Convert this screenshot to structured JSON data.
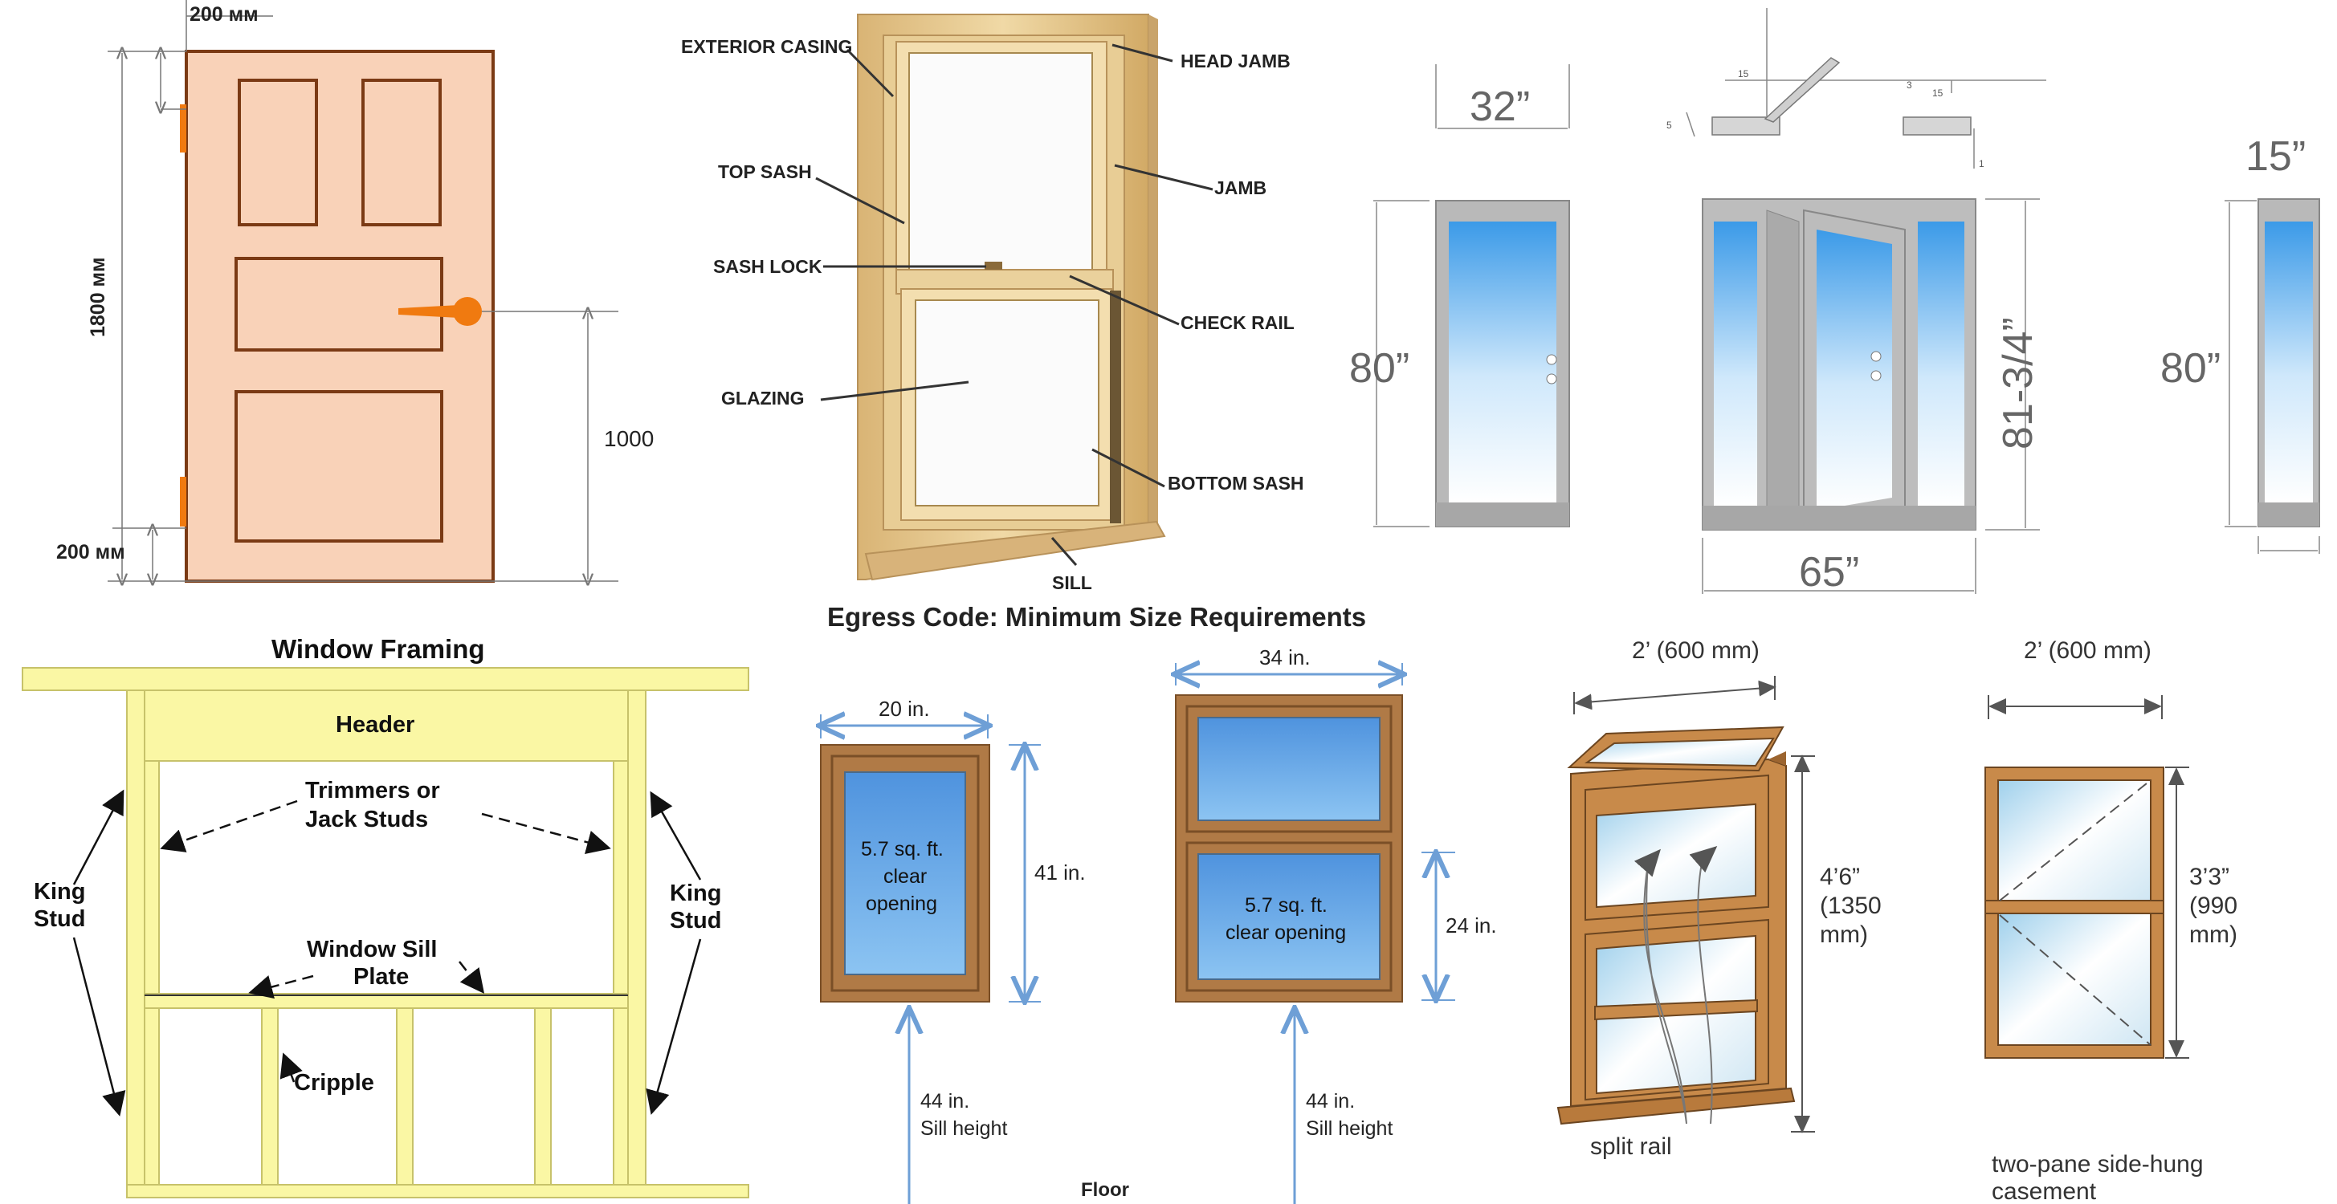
{
  "door": {
    "top_offset": "200 мм",
    "bottom_offset": "200 мм",
    "height": "1800 мм",
    "handle_height": "1000"
  },
  "sash_window": {
    "labels": {
      "exterior_casing": "EXTERIOR CASING",
      "head_jamb": "HEAD JAMB",
      "top_sash": "TOP SASH",
      "jamb": "JAMB",
      "sash_lock": "SASH LOCK",
      "check_rail": "CHECK RAIL",
      "glazing": "GLAZING",
      "bottom_sash": "BOTTOM SASH",
      "sill": "SILL"
    }
  },
  "doors_dims": {
    "single_width": "32”",
    "single_height": "80”",
    "double_height": "81-3/4”",
    "double_width": "65”",
    "side_width": "15”",
    "side_height": "80”",
    "detail_left": "15",
    "detail_right": "15",
    "detail_a": "3",
    "detail_b": "5",
    "detail_c": "1"
  },
  "framing": {
    "title": "Window Framing",
    "header": "Header",
    "trimmers_line1": "Trimmers or",
    "trimmers_line2": "Jack Studs",
    "king_left_1": "King",
    "king_left_2": "Stud",
    "king_right_1": "King",
    "king_right_2": "Stud",
    "sill_line1": "Window Sill",
    "sill_line2": "Plate",
    "cripple": "Cripple"
  },
  "egress": {
    "title": "Egress Code: Minimum Size Requirements",
    "left": {
      "width": "20 in.",
      "height": "41 in.",
      "area_1": "5.7 sq. ft.",
      "area_2": "clear",
      "area_3": "opening",
      "sill_1": "44 in.",
      "sill_2": "Sill height"
    },
    "right": {
      "width": "34 in.",
      "height": "24 in.",
      "area_1": "5.7 sq. ft.",
      "area_2": "clear opening",
      "sill_1": "44 in.",
      "sill_2": "Sill height"
    },
    "floor": "Floor"
  },
  "casement": {
    "left_width": "2’ (600 mm)",
    "left_height_1": "4’6”",
    "left_height_2": "(1350",
    "left_height_3": "mm)",
    "split_rail": "split rail",
    "right_width": "2’ (600 mm)",
    "right_height_1": "3’3”",
    "right_height_2": "(990",
    "right_height_3": "mm)",
    "caption_1": "two-pane side-hung",
    "caption_2": "casement"
  },
  "colors": {
    "door_fill": "#f9d2b8",
    "door_stroke": "#7b3a14",
    "hinge": "#f07a10",
    "wood": "#e6c98e",
    "wood_dark": "#c9a46b",
    "framing_yellow": "#faf7a4",
    "framing_stroke": "#c7c26a",
    "egress_frame": "#b07a46",
    "egress_blue": "#5b9be0",
    "dim_blue": "#6e9fd6",
    "casement_wood": "#c88a4a"
  }
}
